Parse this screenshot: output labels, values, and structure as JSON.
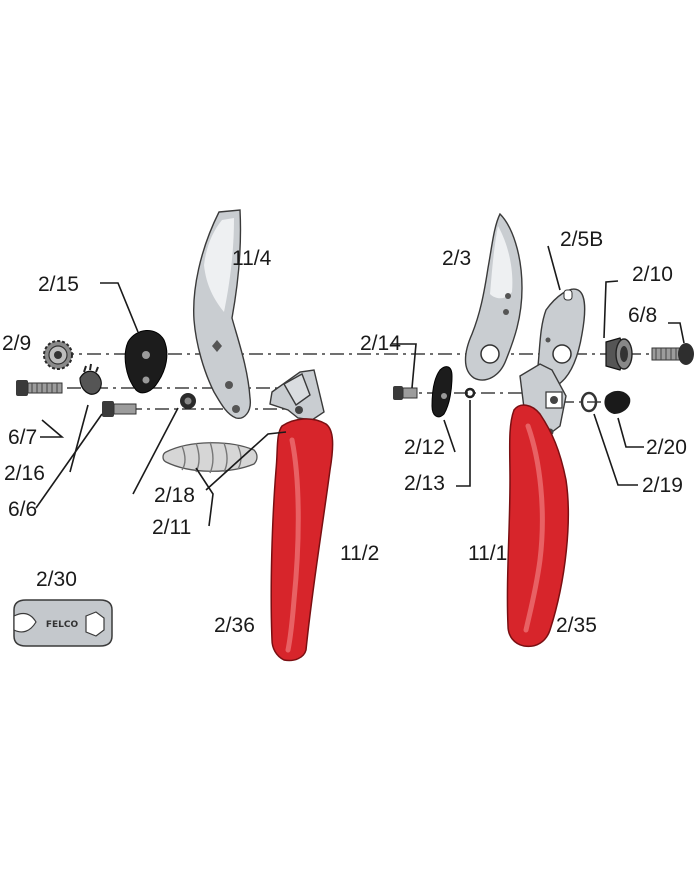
{
  "labels": {
    "p2_30": "2/30",
    "p2_15": "2/15",
    "p2_9": "2/9",
    "p6_7": "6/7",
    "p2_16": "2/16",
    "p6_6": "6/6",
    "p2_18": "2/18",
    "p2_11": "2/11",
    "p11_4": "11/4",
    "p11_2": "11/2",
    "p2_36": "2/36",
    "p2_3": "2/3",
    "p2_5B": "2/5B",
    "p2_10": "2/10",
    "p6_8": "6/8",
    "p2_14": "2/14",
    "p2_12": "2/12",
    "p2_13": "2/13",
    "p2_20": "2/20",
    "p2_19": "2/19",
    "p11_1": "11/1",
    "p2_35": "2/35"
  },
  "logo_text": "FELCO",
  "colors": {
    "handle_red": "#d7252b",
    "steel": "#c9cdd1",
    "dark_part": "#1c1c1c"
  }
}
